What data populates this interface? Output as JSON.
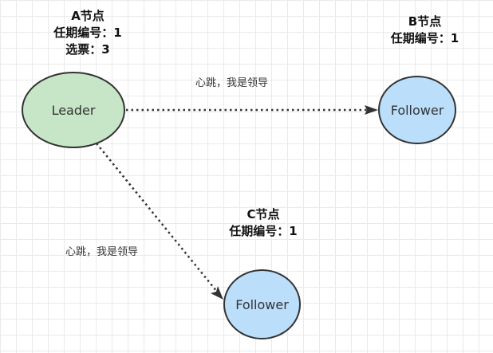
{
  "colors": {
    "leader_fill": "#c7e6c7",
    "follower_fill": "#bbdefb",
    "stroke": "#333333",
    "edge": "#333333"
  },
  "nodes": {
    "a": {
      "label": "Leader",
      "info": [
        "A节点",
        "任期编号：1",
        "选票：3"
      ]
    },
    "b": {
      "label": "Follower",
      "info": [
        "B节点",
        "任期编号：1"
      ]
    },
    "c": {
      "label": "Follower",
      "info": [
        "C节点",
        "任期编号：1"
      ]
    }
  },
  "edges": [
    {
      "from": "a",
      "to": "b",
      "label": "心跳，我是领导"
    },
    {
      "from": "a",
      "to": "c",
      "label": "心跳，我是领导"
    }
  ]
}
